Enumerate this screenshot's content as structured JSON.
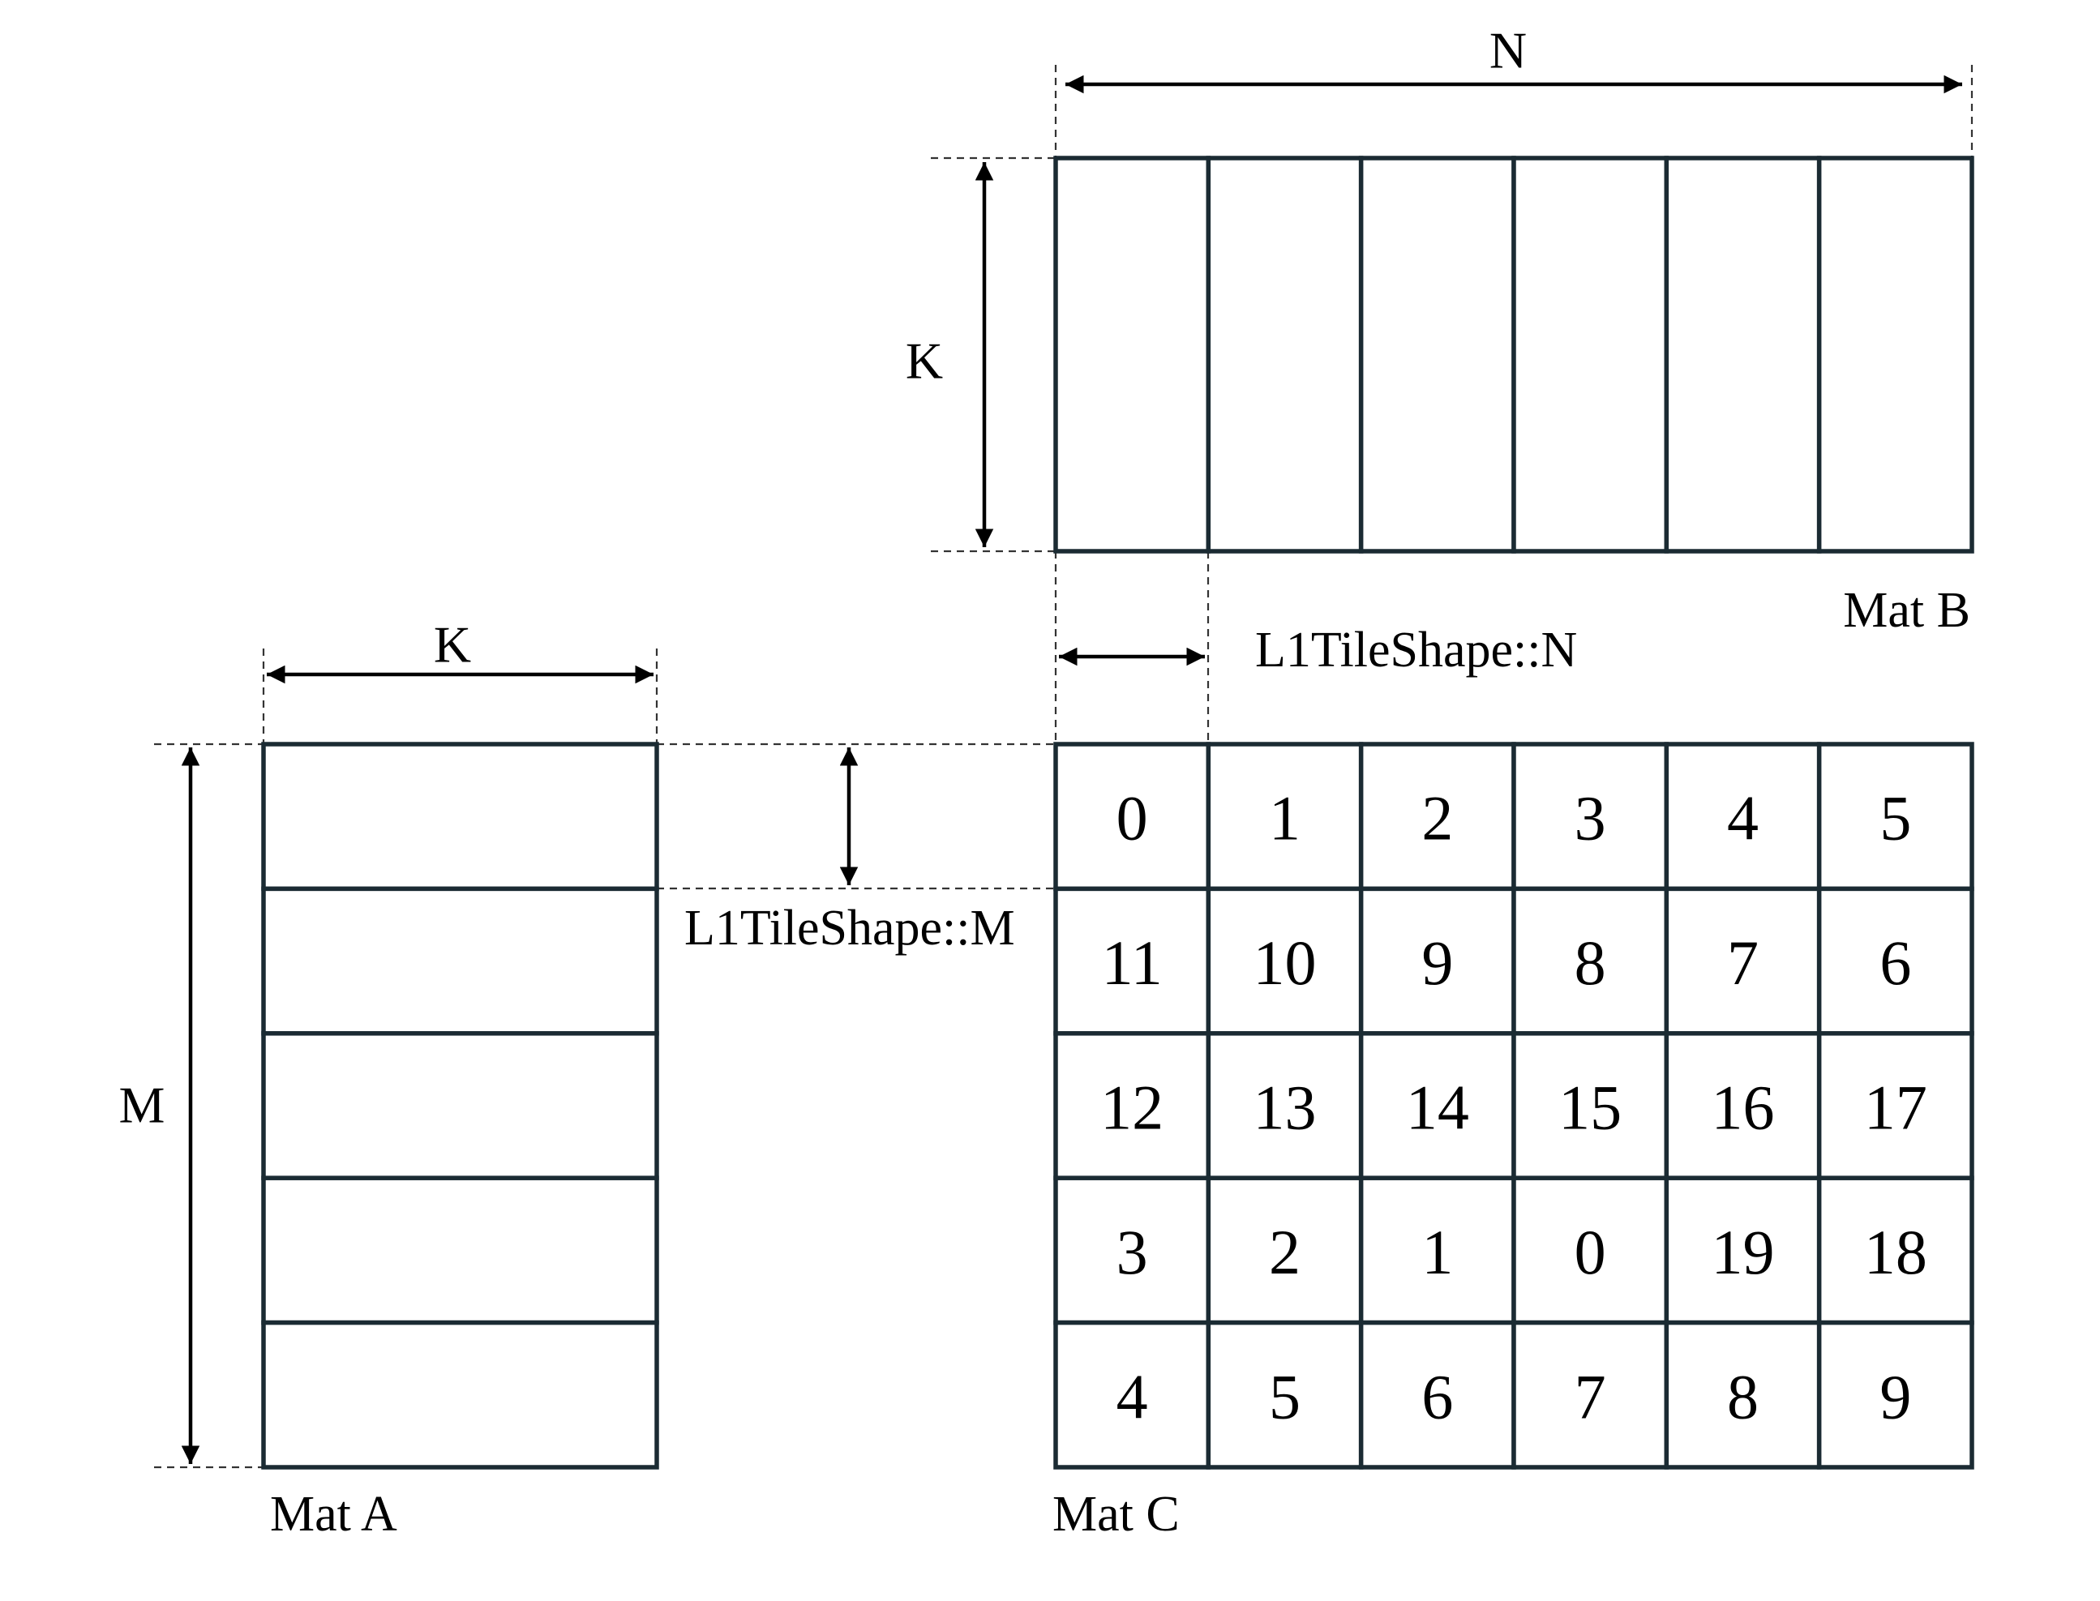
{
  "labels": {
    "n": "N",
    "k_b": "K",
    "k_a": "K",
    "m": "M",
    "mat_a": "Mat A",
    "mat_b": "Mat B",
    "mat_c": "Mat C",
    "tile_n": "L1TileShape::N",
    "tile_m": "L1TileShape::M"
  },
  "mat_a": {
    "rows": 5
  },
  "mat_b": {
    "cols": 6
  },
  "mat_c": {
    "rows": 5,
    "cols": 6,
    "cells": [
      [
        "0",
        "1",
        "2",
        "3",
        "4",
        "5"
      ],
      [
        "11",
        "10",
        "9",
        "8",
        "7",
        "6"
      ],
      [
        "12",
        "13",
        "14",
        "15",
        "16",
        "17"
      ],
      [
        "3",
        "2",
        "1",
        "0",
        "19",
        "18"
      ],
      [
        "4",
        "5",
        "6",
        "7",
        "8",
        "9"
      ]
    ]
  },
  "colors": {
    "grid": "#1b2b33",
    "text": "#000000"
  }
}
